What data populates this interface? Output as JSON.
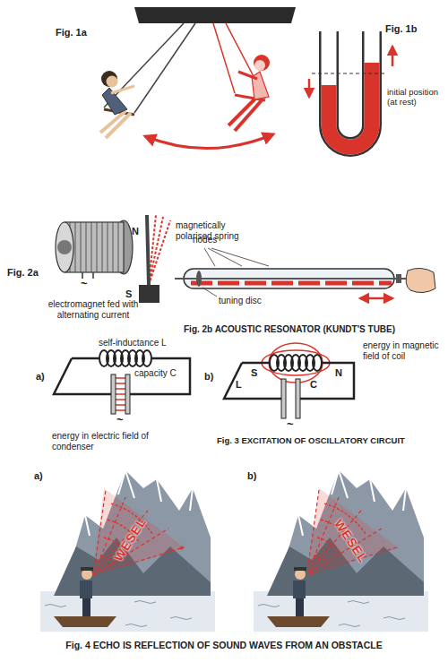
{
  "diagram": {
    "caption": "Fig. 4 ECHO IS REFLECTION OF SOUND WAVES FROM AN OBSTACLE",
    "labels": [
      "Fig. 1a",
      "Fig. 1b",
      "initial position (at rest)",
      "N",
      "S",
      "magnetically polarised spring",
      "Fig. 2a",
      "electromagnet fed with alternating current",
      "~",
      "nodes",
      "tuning disc",
      "Fig. 2b ACOUSTIC RESONATOR (KUNDT'S TUBE)",
      "self-inductance L",
      "a)",
      "capacity C",
      "energy in electric field of condenser",
      "~",
      "b)",
      "energy in magnetic field of coil",
      "S",
      "N",
      "L",
      "C",
      "~",
      "Fig. 3 EXCITATION OF OSCILLATORY CIRCUIT",
      "a)",
      "b)",
      "WESEL",
      "WESEL"
    ]
  }
}
